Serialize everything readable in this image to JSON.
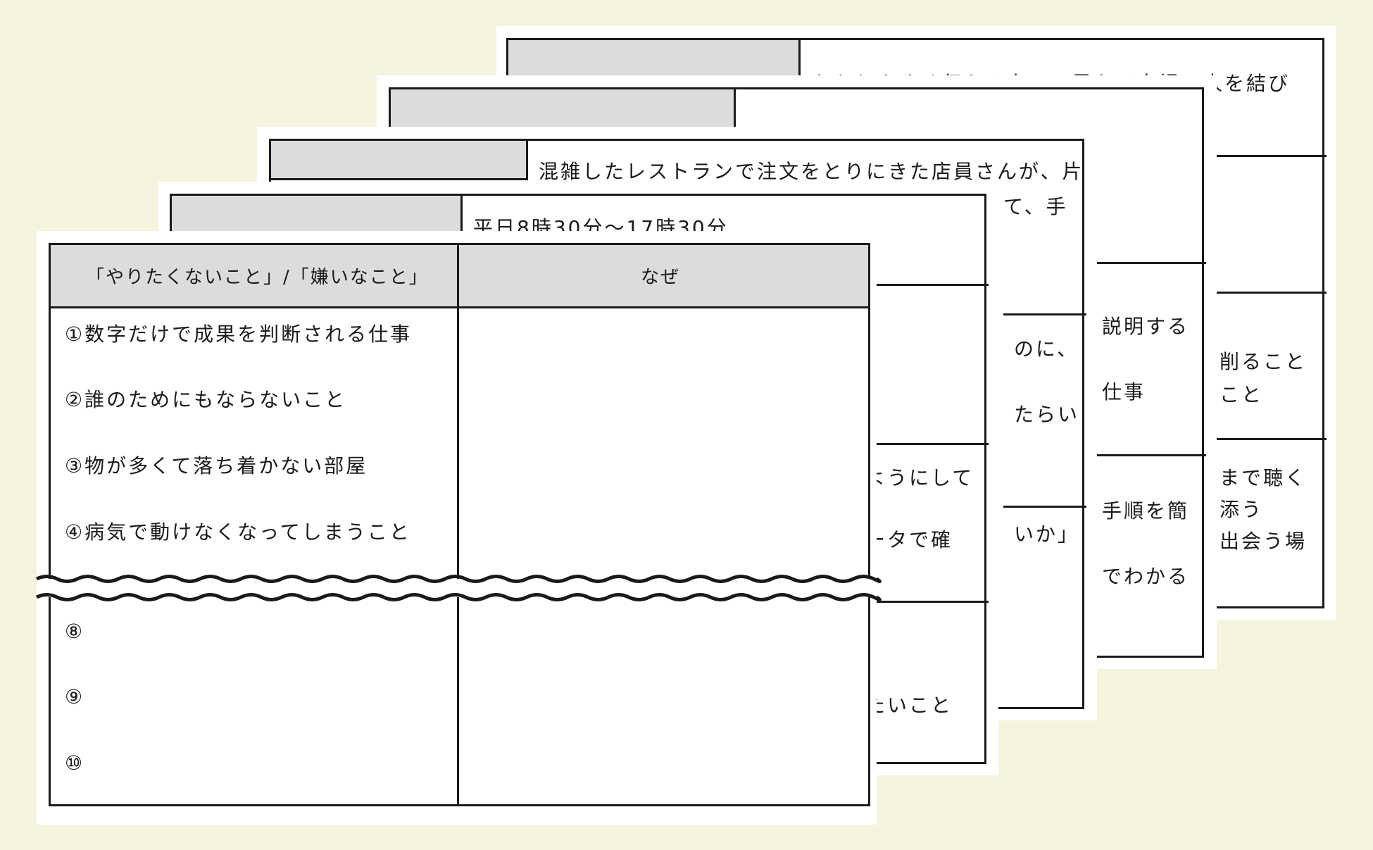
{
  "sheet5": {
    "line1": "をかりやすく伝える力で、異なる立場の人を結び",
    "c1": "削ること",
    "c2": "こと",
    "c3": "まで聴く",
    "c4": "添う",
    "c5": "出会う場"
  },
  "sheet4": {
    "c1": "説明する",
    "c2": "仕事",
    "c3": "手順を簡",
    "c4": "でわかる"
  },
  "sheet3": {
    "line1": "混雑したレストランで注文をとりにきた店員さんが、片",
    "line2": "て、手",
    "c1": "のに、",
    "c2": "たらい",
    "c3": "いか」"
  },
  "sheet2": {
    "line1": "平日8時30分～17時30分",
    "c1": "ようにして",
    "c2": "ータで確",
    "c3": "たいこと"
  },
  "front": {
    "header_left": "「やりたくないこと」/「嫌いなこと」",
    "header_right": "なぜ",
    "rows": [
      "①数字だけで成果を判断される仕事",
      "②誰のためにもならないこと",
      "③物が多くて落ち着かない部屋",
      "④病気で動けなくなってしまうこと"
    ],
    "lower_rows": [
      "⑧",
      "⑨",
      "⑩"
    ]
  }
}
